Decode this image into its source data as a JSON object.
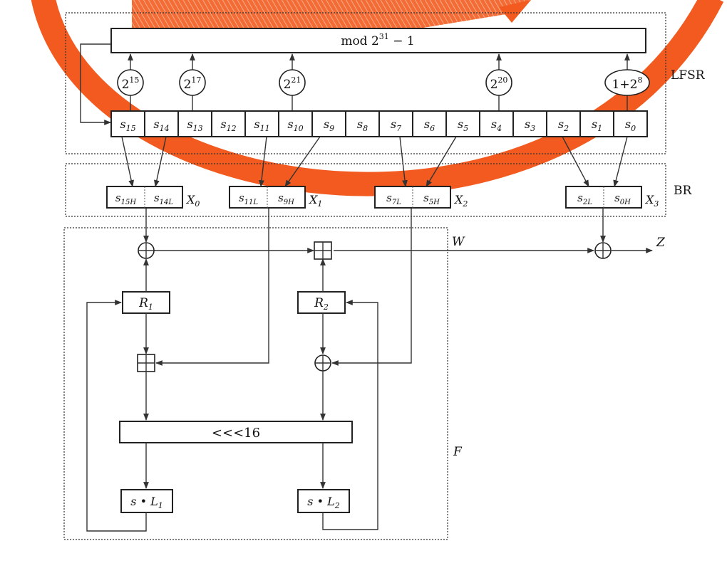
{
  "labels": {
    "modulus_prefix": "mod 2",
    "modulus_exp": "31",
    "modulus_suffix": " − 1",
    "lfsr": "LFSR",
    "br": "BR",
    "w": "W",
    "z": "Z",
    "f": "F",
    "r1": "R",
    "r1_sub": "1",
    "r2": "R",
    "r2_sub": "2",
    "rot": "<<<16",
    "l1": "s • L",
    "l1_sub": "1",
    "l2": "s • L",
    "l2_sub": "2"
  },
  "multipliers": [
    {
      "base": "2",
      "exp": "15"
    },
    {
      "base": "2",
      "exp": "17"
    },
    {
      "base": "2",
      "exp": "21"
    },
    {
      "base": "2",
      "exp": "20"
    },
    {
      "base": "1+2",
      "exp": "8"
    }
  ],
  "cells": [
    "15",
    "14",
    "13",
    "12",
    "11",
    "10",
    "9",
    "8",
    "7",
    "6",
    "5",
    "4",
    "3",
    "2",
    "1",
    "0"
  ],
  "br_words": [
    {
      "name": "X",
      "sub": "0",
      "left": "15H",
      "right": "14L"
    },
    {
      "name": "X",
      "sub": "1",
      "left": "11L",
      "right": "9H"
    },
    {
      "name": "X",
      "sub": "2",
      "left": "7L",
      "right": "5H"
    },
    {
      "name": "X",
      "sub": "3",
      "left": "2L",
      "right": "0H"
    }
  ],
  "colors": {
    "watermark": "#F25A1F",
    "ink": "#222222"
  }
}
